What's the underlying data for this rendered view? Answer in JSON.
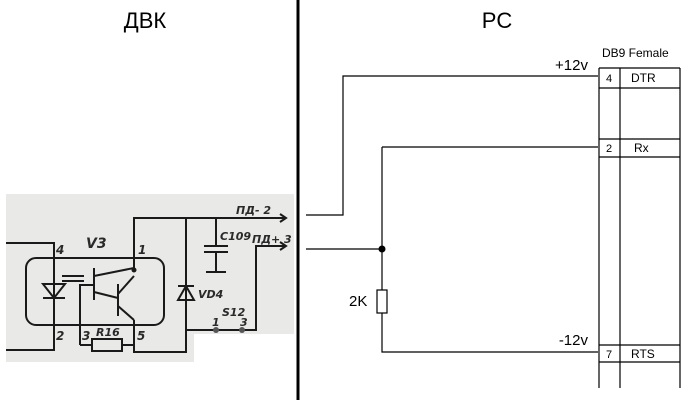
{
  "headers": {
    "left": "ДВК",
    "right": "PC"
  },
  "connector": {
    "title": "DB9 Female",
    "pins": [
      {
        "pin": "4",
        "signal": "DTR"
      },
      {
        "pin": "2",
        "signal": "Rx"
      },
      {
        "pin": "7",
        "signal": "RTS"
      }
    ]
  },
  "voltages": {
    "plus": "+12v",
    "minus": "-12v"
  },
  "resistor": {
    "label": "2K"
  },
  "scan": {
    "optocoupler": "V3",
    "pin4": "4",
    "pin2": "2",
    "pin1": "1",
    "pin3": "3",
    "pin5": "5",
    "resistor": "R16",
    "capacitor": "C109",
    "diode": "VD4",
    "jumper": "S12",
    "jp1": "1",
    "jp3": "3",
    "out1": "ПД- 2",
    "out2": "ПД+ 3"
  }
}
